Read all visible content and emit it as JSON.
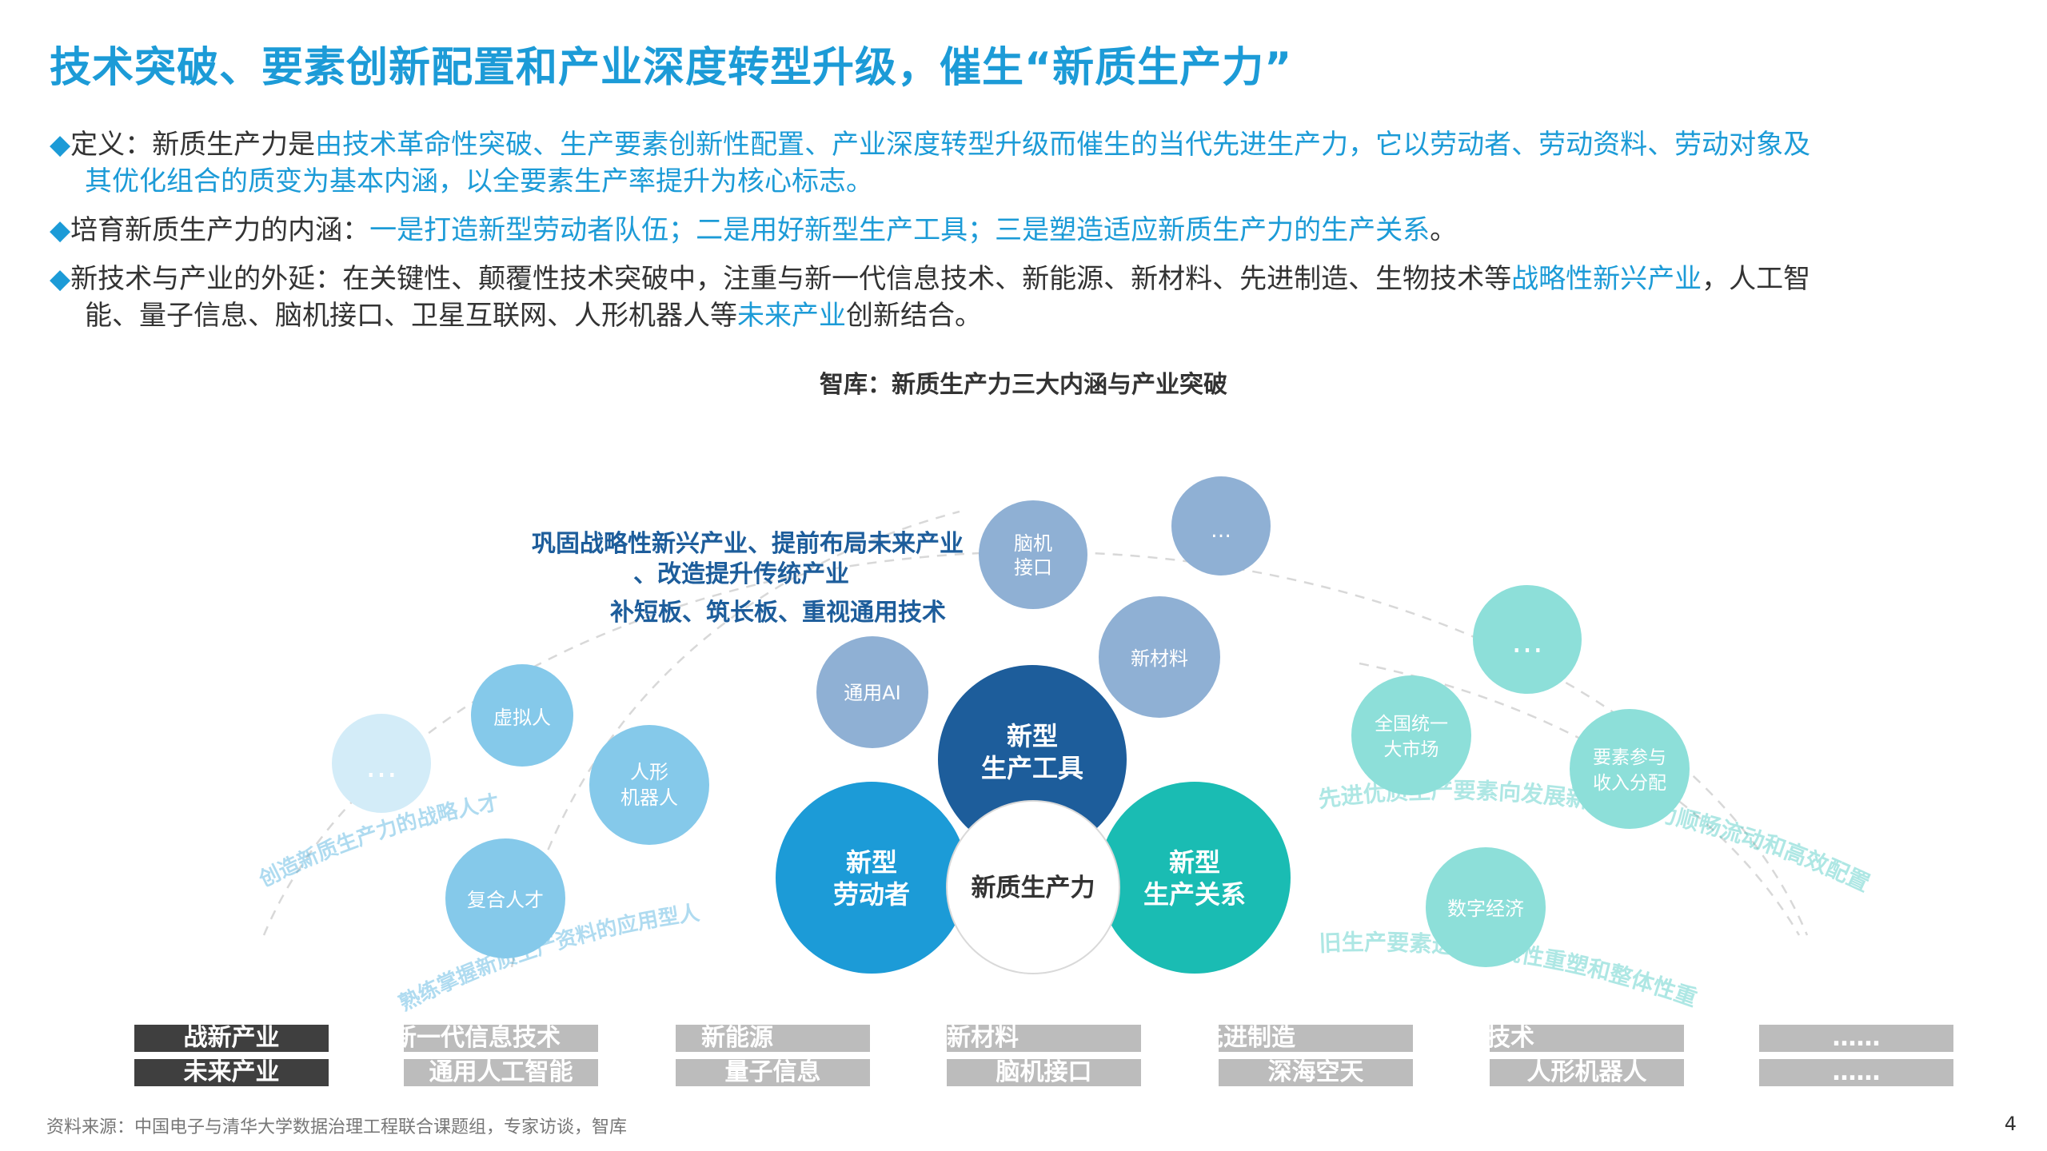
{
  "title": "技术突破、要素创新配置和产业深度转型升级，催生“新质生产力”",
  "bullets": {
    "b1": {
      "marker": "◆",
      "lead": "定义：新质生产力是",
      "line1_hl": "由技术革命性突破、生产要素创新性配置、产业深度转型升级而催生的当代先进生产力，它以劳动者、劳动资料、劳动对象及",
      "line2_hl": "其优化组合的质变为基本内涵，以全要素生产率提升为核心标志。"
    },
    "b2": {
      "marker": "◆",
      "lead": "培育新质生产力的内涵：",
      "hl": "一是打造新型劳动者队伍；二是用好新型生产工具；三是塑造适应新质生产力的生产关系",
      "tail": "。"
    },
    "b3": {
      "marker": "◆",
      "lead": "新技术与产业的外延：在关键性、颠覆性技术突破中，注重与新一代信息技术、新能源、新材料、先进制造、生物技术等",
      "hl1": "战略性新兴产业",
      "mid": "，人工智",
      "line2_lead": "能、量子信息、脑机接口、卫星互联网、人形机器人等",
      "hl2": "未来产业",
      "tail": "创新结合。"
    }
  },
  "diagram": {
    "title": "智库：新质生产力三大内涵与产业突破",
    "center": "新质生产力",
    "core": {
      "laborer": [
        "新型",
        "劳动者"
      ],
      "tools": [
        "新型",
        "生产工具"
      ],
      "relations": [
        "新型",
        "生产关系"
      ]
    },
    "left_bubbles": {
      "virtual": "虚拟人",
      "humanoid": [
        "人形",
        "机器人"
      ],
      "composite": "复合人才",
      "more": "…"
    },
    "top_bubbles": {
      "general_ai": "通用AI",
      "bci": [
        "脑机",
        "接口"
      ],
      "material": "新材料",
      "more": "…"
    },
    "right_bubbles": {
      "market": [
        "全国统一",
        "大市场"
      ],
      "distribution": [
        "要素参与",
        "收入分配"
      ],
      "digital": "数字经济",
      "more": "…"
    },
    "tool_text": {
      "line1": "巩固战略性新兴产业、提前布局未来产业",
      "line2": "、改造提升传统产业",
      "line3": "补短板、筑长板、重视通用技术"
    },
    "arc_labels": {
      "left_outer": "创造新质生产力的战略人才",
      "left_inner": "熟练掌握新质生产资料的应用型人才",
      "right_outer": "先进优质生产要素向发展新质生产力顺畅流动和高效配置",
      "right_inner": "旧生产要素进行系统性重塑和整体性重构"
    }
  },
  "industries": {
    "row1": [
      "战新产业",
      "新一代信息技术",
      "新能源",
      "新材料",
      "先进制造",
      "生物技术",
      "……"
    ],
    "row2": [
      "未来产业",
      "通用人工智能",
      "量子信息",
      "脑机接口",
      "深海空天",
      "人形机器人",
      "……"
    ]
  },
  "source": "资料来源：中国电子与清华大学数据治理工程联合课题组，专家访谈，智库",
  "page_number": "4",
  "colors": {
    "accent": "#1c9bd7",
    "navy": "#1d5d9b",
    "blue": "#1c9bd7",
    "teal": "#1abcb3",
    "chip_dark": "#3f3f3f",
    "chip_gray": "#bcbcbc"
  }
}
